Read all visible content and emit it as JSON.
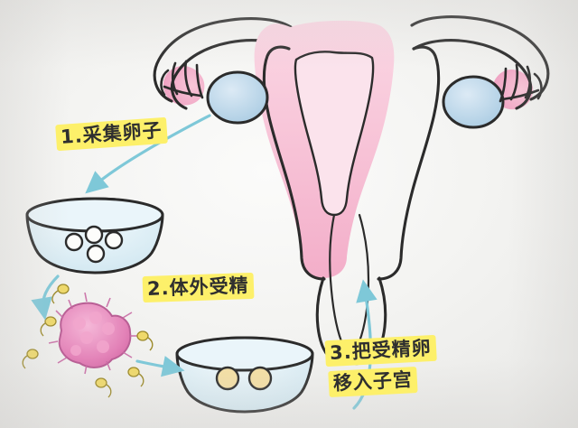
{
  "diagram": {
    "title_text_present": false,
    "background_color": "#f3f3f1",
    "highlight_color": "#fdf06a",
    "arrow_color": "#7ec8d8",
    "ink_color": "#2b2b2b",
    "steps": [
      {
        "id": "step1",
        "label": "1.采集卵子",
        "highlighted": true
      },
      {
        "id": "step2",
        "label": "2.体外受精",
        "highlighted": true
      },
      {
        "id": "step3",
        "label_line1": "3.把受精卵",
        "label_line2": "移入子宫",
        "highlighted": true
      }
    ],
    "illustrations": [
      {
        "name": "uterus-and-ovaries",
        "fill": "#f6bcd0"
      },
      {
        "name": "petri-dish-with-eggs",
        "fill": "#dfeef5"
      },
      {
        "name": "embryo-cluster",
        "fill": "#e88fbe"
      },
      {
        "name": "petri-dish-with-embryos",
        "fill": "#dfeef5"
      },
      {
        "name": "sperm-cells",
        "fill": "#efd96a"
      },
      {
        "name": "ovary-left",
        "fill": "#bcd9ea"
      },
      {
        "name": "ovary-right",
        "fill": "#bcd9ea"
      }
    ],
    "arrows": [
      {
        "name": "arrow-ovary-to-dish"
      },
      {
        "name": "arrow-dish-to-embryo"
      },
      {
        "name": "arrow-embryo-to-dish2"
      },
      {
        "name": "arrow-dish2-to-uterus"
      }
    ]
  }
}
